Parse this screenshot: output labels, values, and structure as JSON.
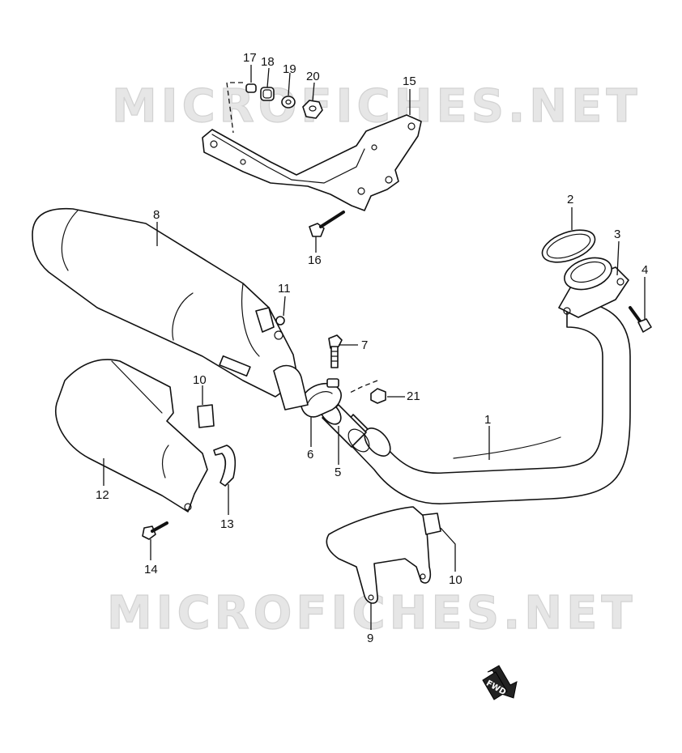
{
  "watermark": {
    "top": "MICROFICHES.NET",
    "bottom": "MICROFICHES.NET"
  },
  "fwd_label": "FWD",
  "callouts": {
    "p1": "1",
    "p2": "2",
    "p3": "3",
    "p4": "4",
    "p5": "5",
    "p6": "6",
    "p7": "7",
    "p8": "8",
    "p9": "9",
    "p10a": "10",
    "p10b": "10",
    "p11": "11",
    "p12": "12",
    "p13": "13",
    "p14": "14",
    "p15": "15",
    "p16": "16",
    "p17": "17",
    "p18": "18",
    "p19": "19",
    "p20": "20",
    "p21": "21"
  }
}
